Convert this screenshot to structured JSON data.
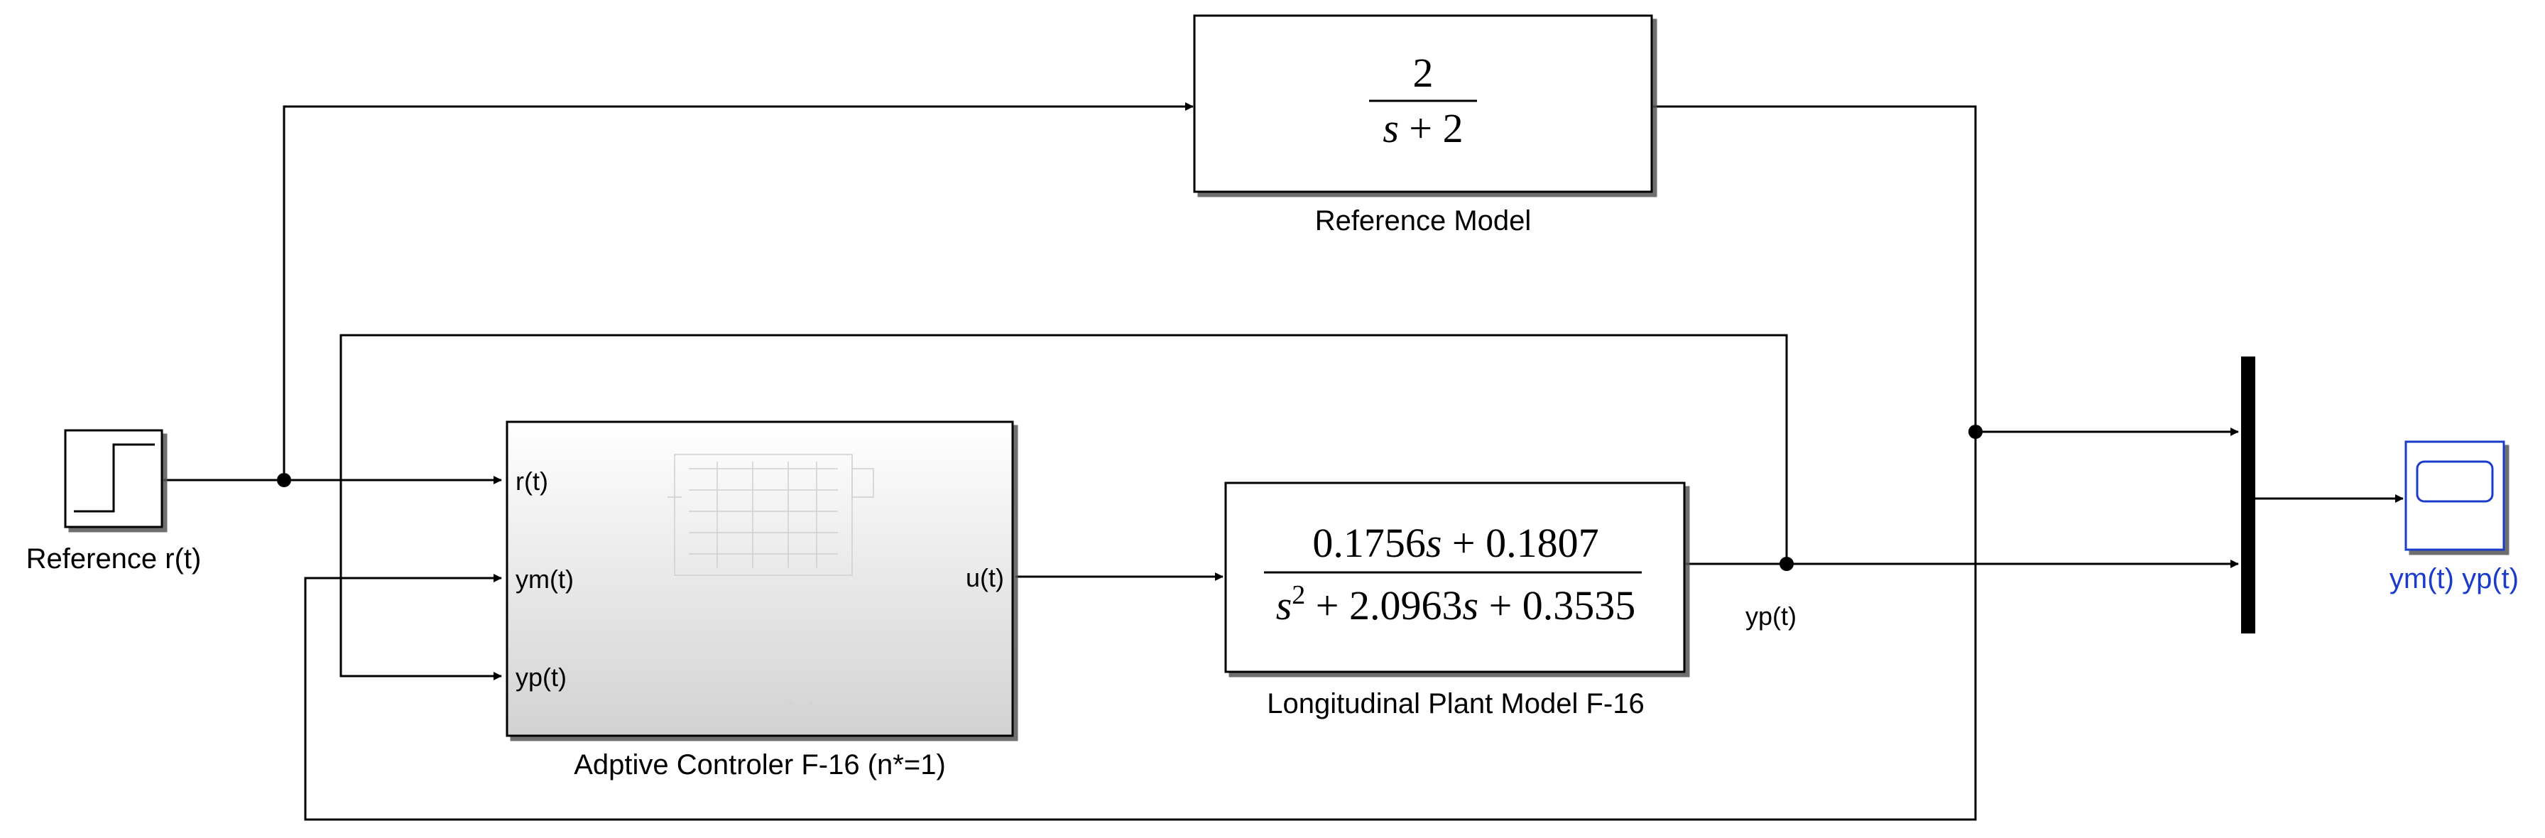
{
  "blocks": {
    "reference_model": {
      "label": "Reference Model",
      "numerator": "2",
      "denominator": {
        "var": "s",
        "rest": " + 2"
      }
    },
    "plant": {
      "label": "Longitudinal Plant Model F-16",
      "numerator": {
        "c1": "0.1756",
        "var": "s",
        "rest": " + 0.1807"
      },
      "denominator": {
        "var": "s",
        "exp": "2",
        "mid": " + 2.0963",
        "var2": "s",
        "rest": " + 0.3535"
      }
    },
    "controller": {
      "label": "Adptive Controler F-16 (n*=1)",
      "inputs": [
        "r(t)",
        "ym(t)",
        "yp(t)"
      ],
      "output": "u(t)"
    },
    "step": {
      "label": "Reference r(t)"
    },
    "scope": {
      "label": "ym(t) yp(t)",
      "label_color": "#1a3cc8"
    }
  },
  "signals": {
    "plant_output": "yp(t)"
  }
}
